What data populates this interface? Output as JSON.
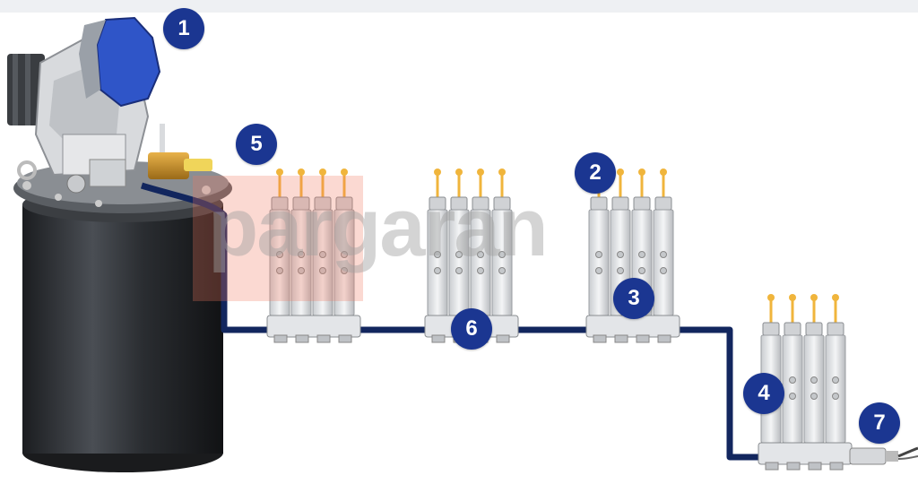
{
  "watermark": {
    "text": "pargaran"
  },
  "callouts": [
    "1",
    "2",
    "3",
    "4",
    "5",
    "6",
    "7"
  ],
  "colors": {
    "badge": "#1b3691",
    "line": "#12265e",
    "pin": "#f0b53c",
    "reservoir": "#2a2d31",
    "cover": "#2f55c8"
  }
}
